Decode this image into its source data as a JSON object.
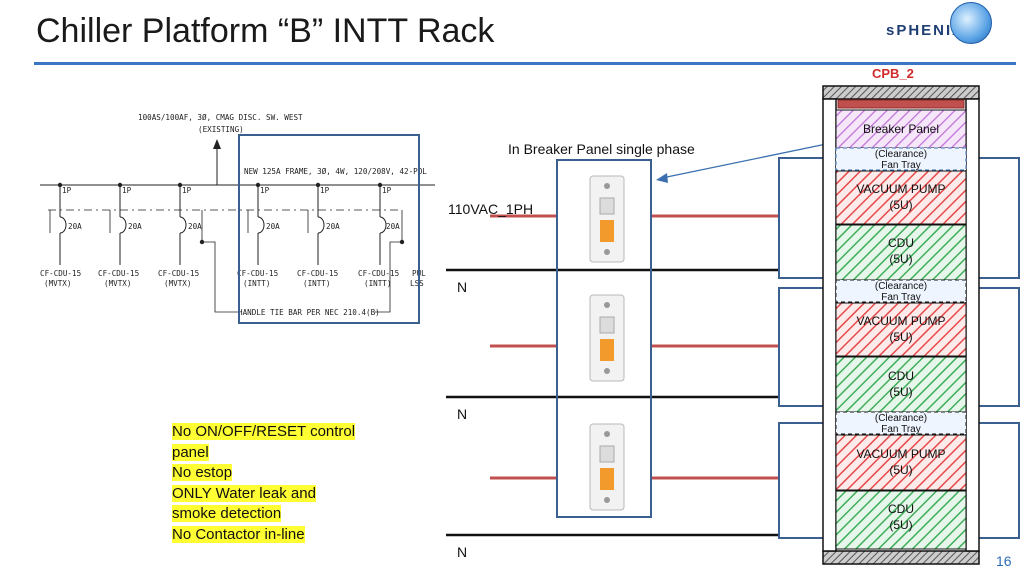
{
  "slide": {
    "title": "Chiller Platform “B” INTT Rack",
    "logo_text": "sPHENIX",
    "page_number": "16"
  },
  "schematic": {
    "main_disconnect_line1": "100AS/100AF, 3Ø, CMAG DISC. SW. WEST",
    "main_disconnect_line2": "(EXISTING)",
    "new_frame": "NEW 125A FRAME, 3Ø, 4W, 120/208V, 42-POL",
    "tie_bar_note": "HANDLE TIE BAR PER NEC 210.4(B)",
    "breakers": [
      {
        "pole": "1P",
        "rating": "20A",
        "load": "CF-CDU-15",
        "group": "(MVTX)"
      },
      {
        "pole": "1P",
        "rating": "20A",
        "load": "CF-CDU-15",
        "group": "(MVTX)"
      },
      {
        "pole": "1P",
        "rating": "20A",
        "load": "CF-CDU-15",
        "group": "(MVTX)"
      },
      {
        "pole": "1P",
        "rating": "20A",
        "load": "CF-CDU-15",
        "group": "(INTT)"
      },
      {
        "pole": "1P",
        "rating": "20A",
        "load": "CF-CDU-15",
        "group": "(INTT)"
      },
      {
        "pole": "1P",
        "rating": "20A",
        "load": "CF-CDU-15",
        "group": "(INTT)"
      }
    ],
    "extra_load_line1": "PUL",
    "extra_load_line2": "LSS"
  },
  "wiring": {
    "annotation": "In Breaker Panel single phase",
    "supply_label": "110VAC_1PH",
    "neutral_label": "N"
  },
  "rack": {
    "label": "CPB_2",
    "breaker_panel": "Breaker Panel",
    "clearance": "(Clearance)",
    "fan_tray": "Fan Tray",
    "vacuum_pump": "VACUUM PUMP",
    "vacuum_pump_size": "(5U)",
    "cdu": "CDU",
    "cdu_size": "(5U)"
  },
  "notes": [
    "No ON/OFF/RESET control",
    "panel",
    "No estop",
    "ONLY Water leak and",
    "smoke detection",
    "No Contactor in-line"
  ],
  "colors": {
    "title_rule": "#3a76c4",
    "rack_label": "#d22b2b",
    "box_outline": "#3b5f8f",
    "live_wire": "#c0504d",
    "highlight": "#ffff33",
    "vacuum_pump_hatch": "#e64a4a",
    "cdu_hatch": "#3fae5a",
    "breaker_panel_hatch": "#c070d8"
  }
}
